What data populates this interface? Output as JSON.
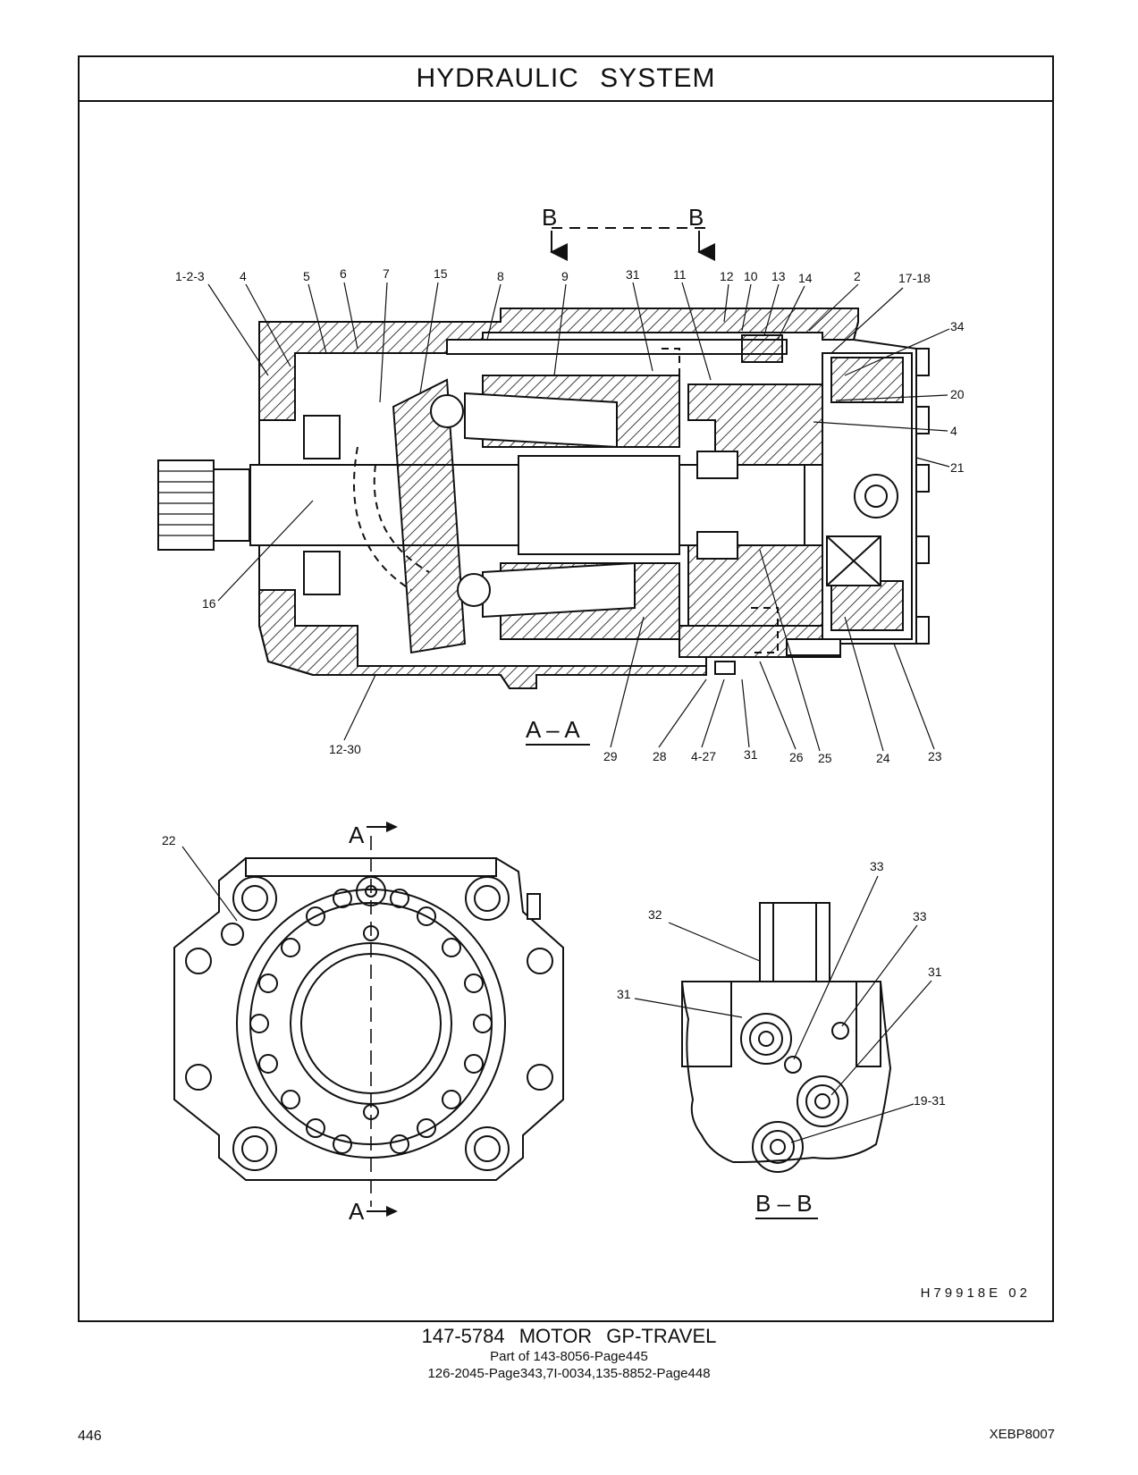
{
  "header": {
    "title": "HYDRAULIC SYSTEM"
  },
  "figure": {
    "code": "H79918E 02",
    "section_marks": {
      "bb_top_left": "B",
      "bb_top_right": "B",
      "aa_top": "A",
      "aa_bottom": "A",
      "section_aa_label": "A – A",
      "section_bb_label": "B – B"
    },
    "callouts_aa": [
      "1-2-3",
      "4",
      "5",
      "6",
      "7",
      "15",
      "8",
      "9",
      "31",
      "11",
      "12",
      "10",
      "13",
      "14",
      "2",
      "17-18",
      "34",
      "20",
      "4",
      "21",
      "16",
      "12-30",
      "29",
      "28",
      "4-27",
      "31",
      "26",
      "25",
      "24",
      "23"
    ],
    "callouts_front": [
      "22"
    ],
    "callouts_bb": [
      "32",
      "33",
      "33",
      "31",
      "31",
      "19-31"
    ]
  },
  "caption": {
    "title": "147-5784 MOTOR GP-TRAVEL",
    "line1": "Part of 143-8056-Page445",
    "line2": "126-2045-Page343,7I-0034,135-8852-Page448"
  },
  "footer": {
    "page_number": "446",
    "doc_code": "XEBP8007"
  }
}
